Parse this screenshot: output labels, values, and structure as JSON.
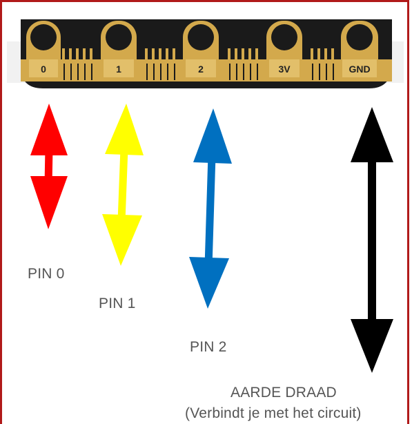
{
  "connector": {
    "pins": [
      "0",
      "1",
      "2",
      "3V",
      "GND"
    ],
    "board_color": "#1a1a1a",
    "gold_color": "#d3a94c"
  },
  "arrows": [
    {
      "name": "pin0",
      "color": "#ff0000"
    },
    {
      "name": "pin1",
      "color": "#ffff00"
    },
    {
      "name": "pin2",
      "color": "#0070c0"
    },
    {
      "name": "ground",
      "color": "#000000"
    }
  ],
  "labels": {
    "pin0": "PIN 0",
    "pin1": "PIN 1",
    "pin2": "PIN 2",
    "ground_line1": "AARDE DRAAD",
    "ground_line2": "(Verbindt je met het circuit)"
  }
}
